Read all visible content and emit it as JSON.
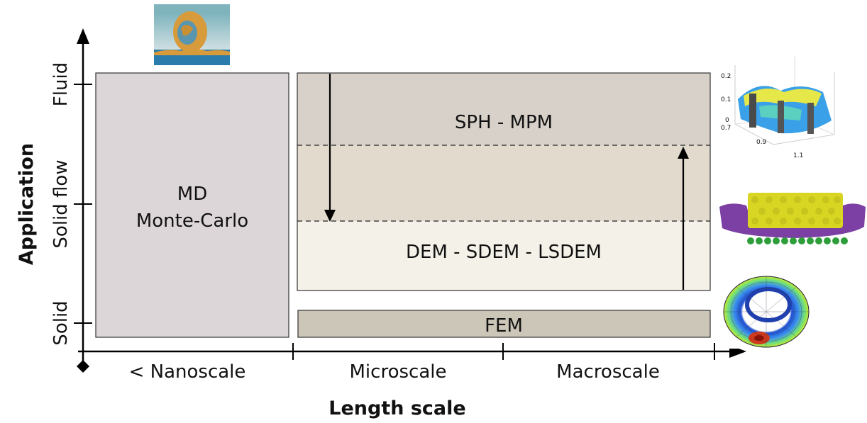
{
  "axes": {
    "x_title": "Length scale",
    "y_title": "Application",
    "x_categories": [
      "< Nanoscale",
      "Microscale",
      "Macroscale"
    ],
    "y_categories": [
      "Solid",
      "Solid flow",
      "Fluid"
    ]
  },
  "methods": {
    "md_line1": "MD",
    "md_line2": "Monte-Carlo",
    "sph_mpm": "SPH - MPM",
    "dem": "DEM - SDEM - LSDEM",
    "fem": "FEM"
  },
  "colors": {
    "md_fill": "#ddd6d9",
    "sph_fill": "#d8d1ca",
    "overlap_fill": "#e1dacd",
    "dem_fill": "#f4f1e8",
    "fem_fill": "#cbc6b8",
    "axis": "#000000"
  },
  "thumbnails": {
    "fluid_plot_ticks": [
      "0.2",
      "0.1",
      "0",
      "0.7",
      "0.9",
      "1.1"
    ]
  },
  "icons": [
    "droplet-simulation-image",
    "fluid-3d-plot-image",
    "granular-particles-image",
    "fem-torus-image"
  ]
}
